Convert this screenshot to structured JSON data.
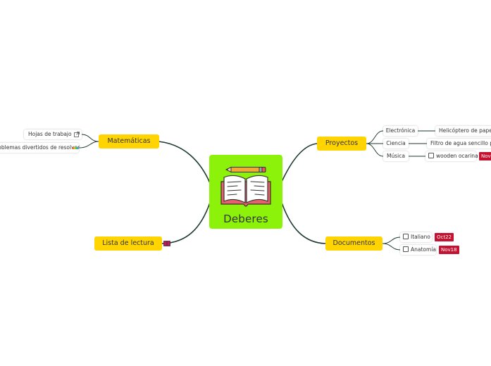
{
  "central": {
    "title": "Deberes",
    "icon": "open-book-with-pencil-icon"
  },
  "branches": {
    "matematicas": {
      "label": "Matemáticas",
      "children": {
        "hojas": {
          "label": "Hojas de trabajo",
          "icon": "external-link-icon"
        },
        "problemas": {
          "label": "Problemas divertidos de resolver",
          "icon": "rainbow-colors-icon"
        }
      }
    },
    "lista": {
      "label": "Lista de lectura",
      "icon": "book-icon"
    },
    "proyectos": {
      "label": "Proyectos",
      "children": {
        "electronica": {
          "label": "Electrónica",
          "child": "Helicóptero de papel"
        },
        "ciencia": {
          "label": "Ciencia",
          "child": "Filtro de agua sencillo pa"
        },
        "musica": {
          "label": "Música",
          "child": "wooden ocarina",
          "tag": "Nov"
        }
      }
    },
    "documentos": {
      "label": "Documentos",
      "children": {
        "italiano": {
          "label": "Italiano",
          "tag": "Oct22"
        },
        "anatomia": {
          "label": "Anatomía",
          "tag": "Nov18"
        }
      }
    }
  },
  "colors": {
    "central": "#8cf20a",
    "branch": "#ffd400",
    "line": "#1e3a2f",
    "tag": "#c41230"
  }
}
